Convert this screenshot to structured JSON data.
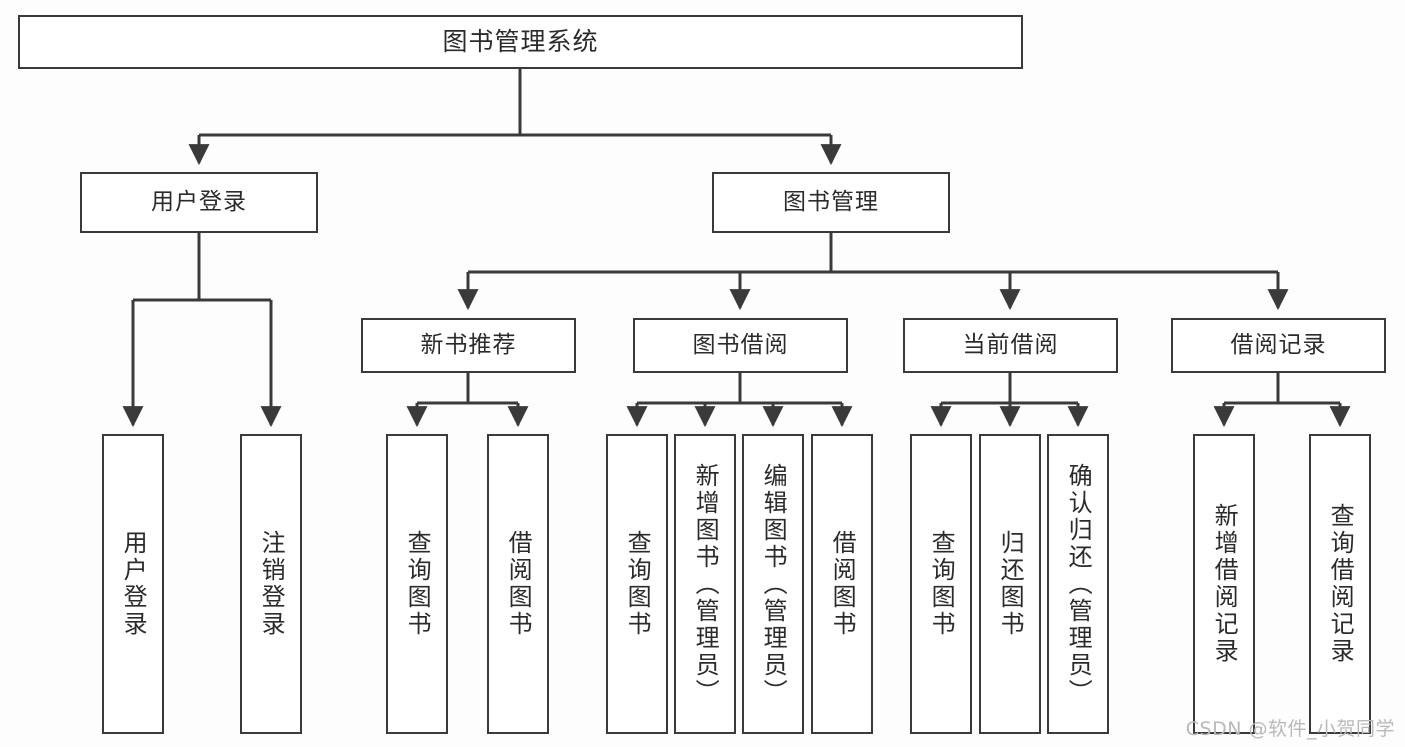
{
  "diagram": {
    "title": "图书管理系统",
    "type": "tree-hierarchy",
    "watermark": "CSDN @软件_小贺同学",
    "colors": {
      "background": "#fdfdfd",
      "box_fill": "#ffffff",
      "box_border": "#3a3a3a",
      "connector": "#3a3a3a",
      "text": "#2b2b2b",
      "watermark": "#b9b9b9"
    },
    "root": {
      "id": "root",
      "label": "图书管理系统",
      "orientation": "horizontal"
    },
    "level1": [
      {
        "id": "user-login",
        "label": "用户登录",
        "orientation": "horizontal"
      },
      {
        "id": "book-management",
        "label": "图书管理",
        "orientation": "horizontal"
      }
    ],
    "level2": [
      {
        "id": "new-book-recommend",
        "label": "新书推荐",
        "orientation": "horizontal",
        "parent": "book-management"
      },
      {
        "id": "book-borrow",
        "label": "图书借阅",
        "orientation": "horizontal",
        "parent": "book-management"
      },
      {
        "id": "current-borrow",
        "label": "当前借阅",
        "orientation": "horizontal",
        "parent": "book-management"
      },
      {
        "id": "borrow-record",
        "label": "借阅记录",
        "orientation": "horizontal",
        "parent": "book-management"
      }
    ],
    "leaves": [
      {
        "id": "leaf-user-login",
        "label": "用户登录",
        "orientation": "vertical",
        "parent": "user-login"
      },
      {
        "id": "leaf-logout",
        "label": "注销登录",
        "orientation": "vertical",
        "parent": "user-login"
      },
      {
        "id": "leaf-query-book-1",
        "label": "查询图书",
        "orientation": "vertical",
        "parent": "new-book-recommend"
      },
      {
        "id": "leaf-borrow-book-1",
        "label": "借阅图书",
        "orientation": "vertical",
        "parent": "new-book-recommend"
      },
      {
        "id": "leaf-query-book-2",
        "label": "查询图书",
        "orientation": "vertical",
        "parent": "book-borrow"
      },
      {
        "id": "leaf-add-book",
        "label": "新增图书（管理员）",
        "orientation": "vertical",
        "parent": "book-borrow"
      },
      {
        "id": "leaf-edit-book",
        "label": "编辑图书（管理员）",
        "orientation": "vertical",
        "parent": "book-borrow"
      },
      {
        "id": "leaf-borrow-book-2",
        "label": "借阅图书",
        "orientation": "vertical",
        "parent": "book-borrow"
      },
      {
        "id": "leaf-query-book-3",
        "label": "查询图书",
        "orientation": "vertical",
        "parent": "current-borrow"
      },
      {
        "id": "leaf-return-book",
        "label": "归还图书",
        "orientation": "vertical",
        "parent": "current-borrow"
      },
      {
        "id": "leaf-confirm-return",
        "label": "确认归还（管理员）",
        "orientation": "vertical",
        "parent": "current-borrow"
      },
      {
        "id": "leaf-add-record",
        "label": "新增借阅记录",
        "orientation": "vertical",
        "parent": "borrow-record"
      },
      {
        "id": "leaf-query-record",
        "label": "查询借阅记录",
        "orientation": "vertical",
        "parent": "borrow-record"
      }
    ]
  }
}
